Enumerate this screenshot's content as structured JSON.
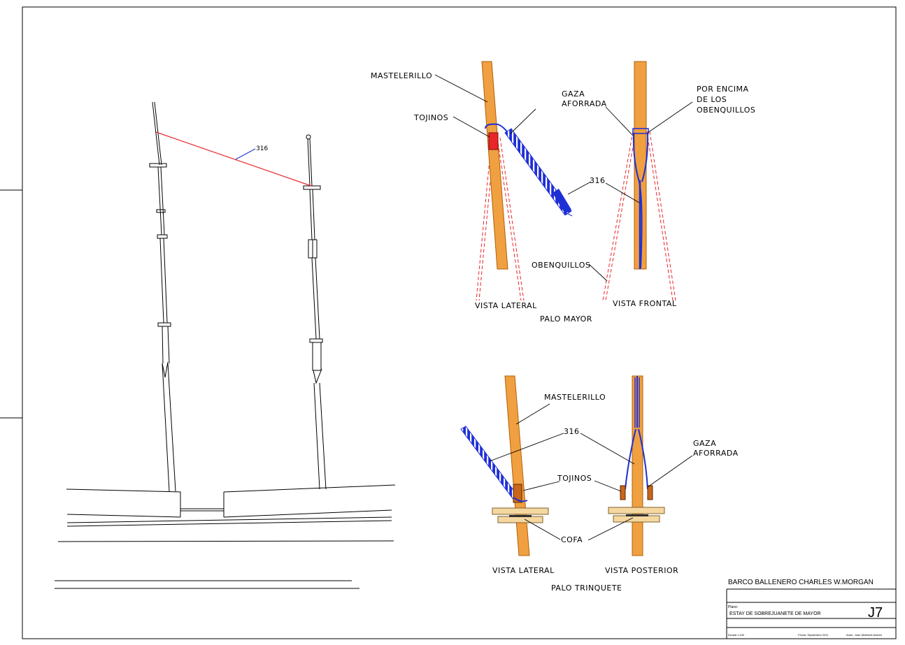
{
  "colors": {
    "mast": "#f0a040",
    "mast_edge": "#c06a10",
    "rope": "#1f2fd6",
    "stay": "#e8262a",
    "shroud": "#e8262a",
    "cofa": "#f5d7a0"
  },
  "overview": {
    "stay_number": "316"
  },
  "main_mast": {
    "mastelerillo": "MASTELERILLO",
    "tojinos": "TOJINOS",
    "gaza": [
      "GAZA",
      "AFORRADA"
    ],
    "above": [
      "POR ENCIMA",
      "DE LOS",
      "OBENQUILLOS"
    ],
    "rope_number": "316",
    "obenquillos": "OBENQUILLOS",
    "view_side": "VISTA LATERAL",
    "view_front": "VISTA FRONTAL",
    "title": "PALO MAYOR"
  },
  "fore_mast": {
    "mastelerillo": "MASTELERILLO",
    "rope_number": "316",
    "gaza": [
      "GAZA",
      "AFORRADA"
    ],
    "tojinos": "TOJINOS",
    "cofa": "COFA",
    "view_side": "VISTA LATERAL",
    "view_back": "VISTA POSTERIOR",
    "title": "PALO TRINQUETE"
  },
  "title_block": {
    "ship": "BARCO BALLENERO CHARLES W.MORGAN",
    "plan_label": "Plano:",
    "plan": "ESTAY DE SOBREJUANETE DE MAYOR",
    "code": "J7",
    "scale": "Escala 1:100",
    "date": "Fecha: Septiembre 2011",
    "author": "Autor: Joan Mollinedi Andreu"
  }
}
